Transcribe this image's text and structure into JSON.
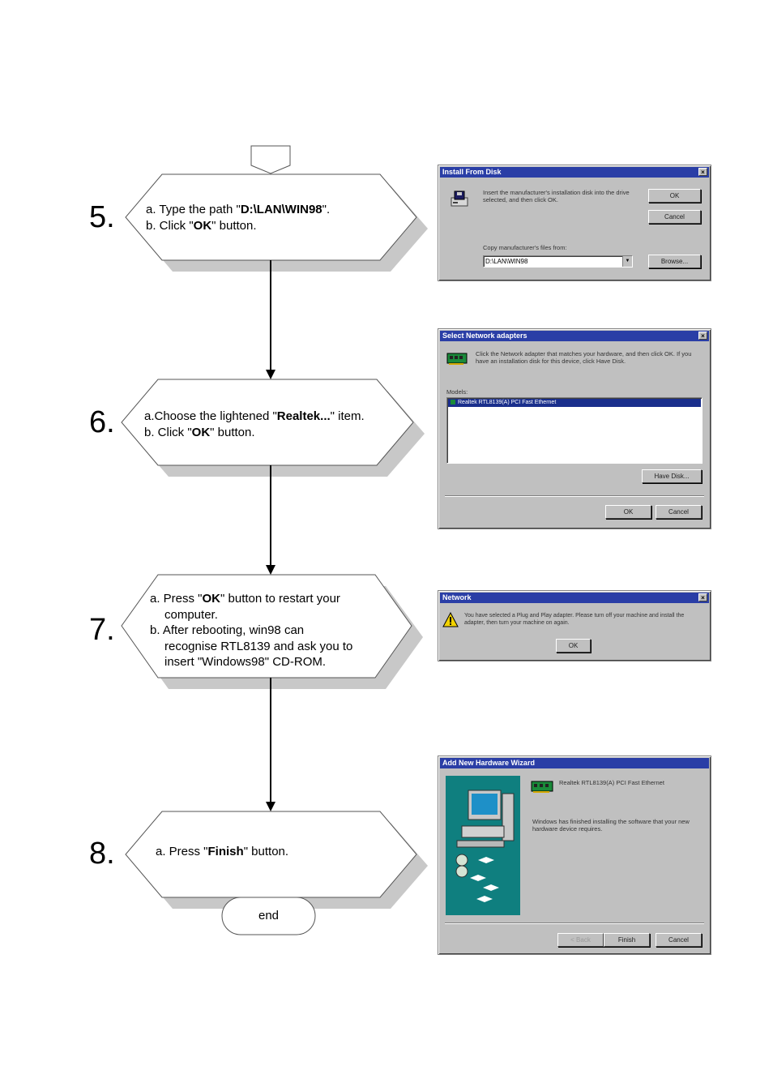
{
  "steps": [
    {
      "number": "5.",
      "lines": [
        {
          "prefix": "a. Type the path \"",
          "bold": "D:\\LAN\\WIN98",
          "suffix": "\"."
        },
        {
          "prefix": "b. Click \"",
          "bold": "OK",
          "suffix": "\" button."
        }
      ]
    },
    {
      "number": "6.",
      "lines": [
        {
          "prefix": "a.Choose the lightened \"",
          "bold": "Realtek...",
          "suffix": "\" item."
        },
        {
          "prefix": "b. Click \"",
          "bold": "OK",
          "suffix": "\" button."
        }
      ]
    },
    {
      "number": "7.",
      "lines": [
        {
          "prefix": "a. Press \"",
          "bold": "OK",
          "suffix": "\" button to restart your"
        },
        {
          "plain": "computer."
        },
        {
          "plain": "b. After rebooting, win98 can"
        },
        {
          "plain": "recognise RTL8139 and ask you to"
        },
        {
          "plain": "insert \"Windows98\" CD-ROM."
        }
      ]
    },
    {
      "number": "8.",
      "lines": [
        {
          "prefix": "a. Press \"",
          "bold": "Finish",
          "suffix": "\" button."
        }
      ]
    }
  ],
  "end_label": "end",
  "dialogs": {
    "install_from_disk": {
      "title": "Install From Disk",
      "message": "Insert the manufacturer's installation disk into the drive selected, and then click OK.",
      "ok": "OK",
      "cancel": "Cancel",
      "copy_label": "Copy manufacturer's files from:",
      "path_value": "D:\\LAN\\WIN98",
      "browse": "Browse..."
    },
    "select_network_adapter": {
      "title": "Select Network adapters",
      "message": "Click the Network adapter that matches your hardware, and then click OK. If you have an installation disk for this device, click Have Disk.",
      "models_label": "Models:",
      "selected_item": "Realtek RTL8139(A) PCI Fast Ethernet",
      "have_disk": "Have Disk...",
      "ok": "OK",
      "cancel": "Cancel"
    },
    "network": {
      "title": "Network",
      "message": "You have selected a Plug and Play adapter. Please turn off your machine and install the adapter, then turn your machine on again.",
      "ok": "OK"
    },
    "add_new_hardware": {
      "title": "Add New Hardware Wizard",
      "device": "Realtek RTL8139(A) PCI Fast Ethernet",
      "message": "Windows has finished installing the software that your new hardware device requires.",
      "back": "< Back",
      "finish": "Finish",
      "cancel": "Cancel"
    }
  },
  "colors": {
    "titlebar": "#2a3ea6",
    "dialog_face": "#c0c0c0",
    "hex_shadow": "#c8c8c8",
    "wizard_teal": "#0f7f7f"
  }
}
